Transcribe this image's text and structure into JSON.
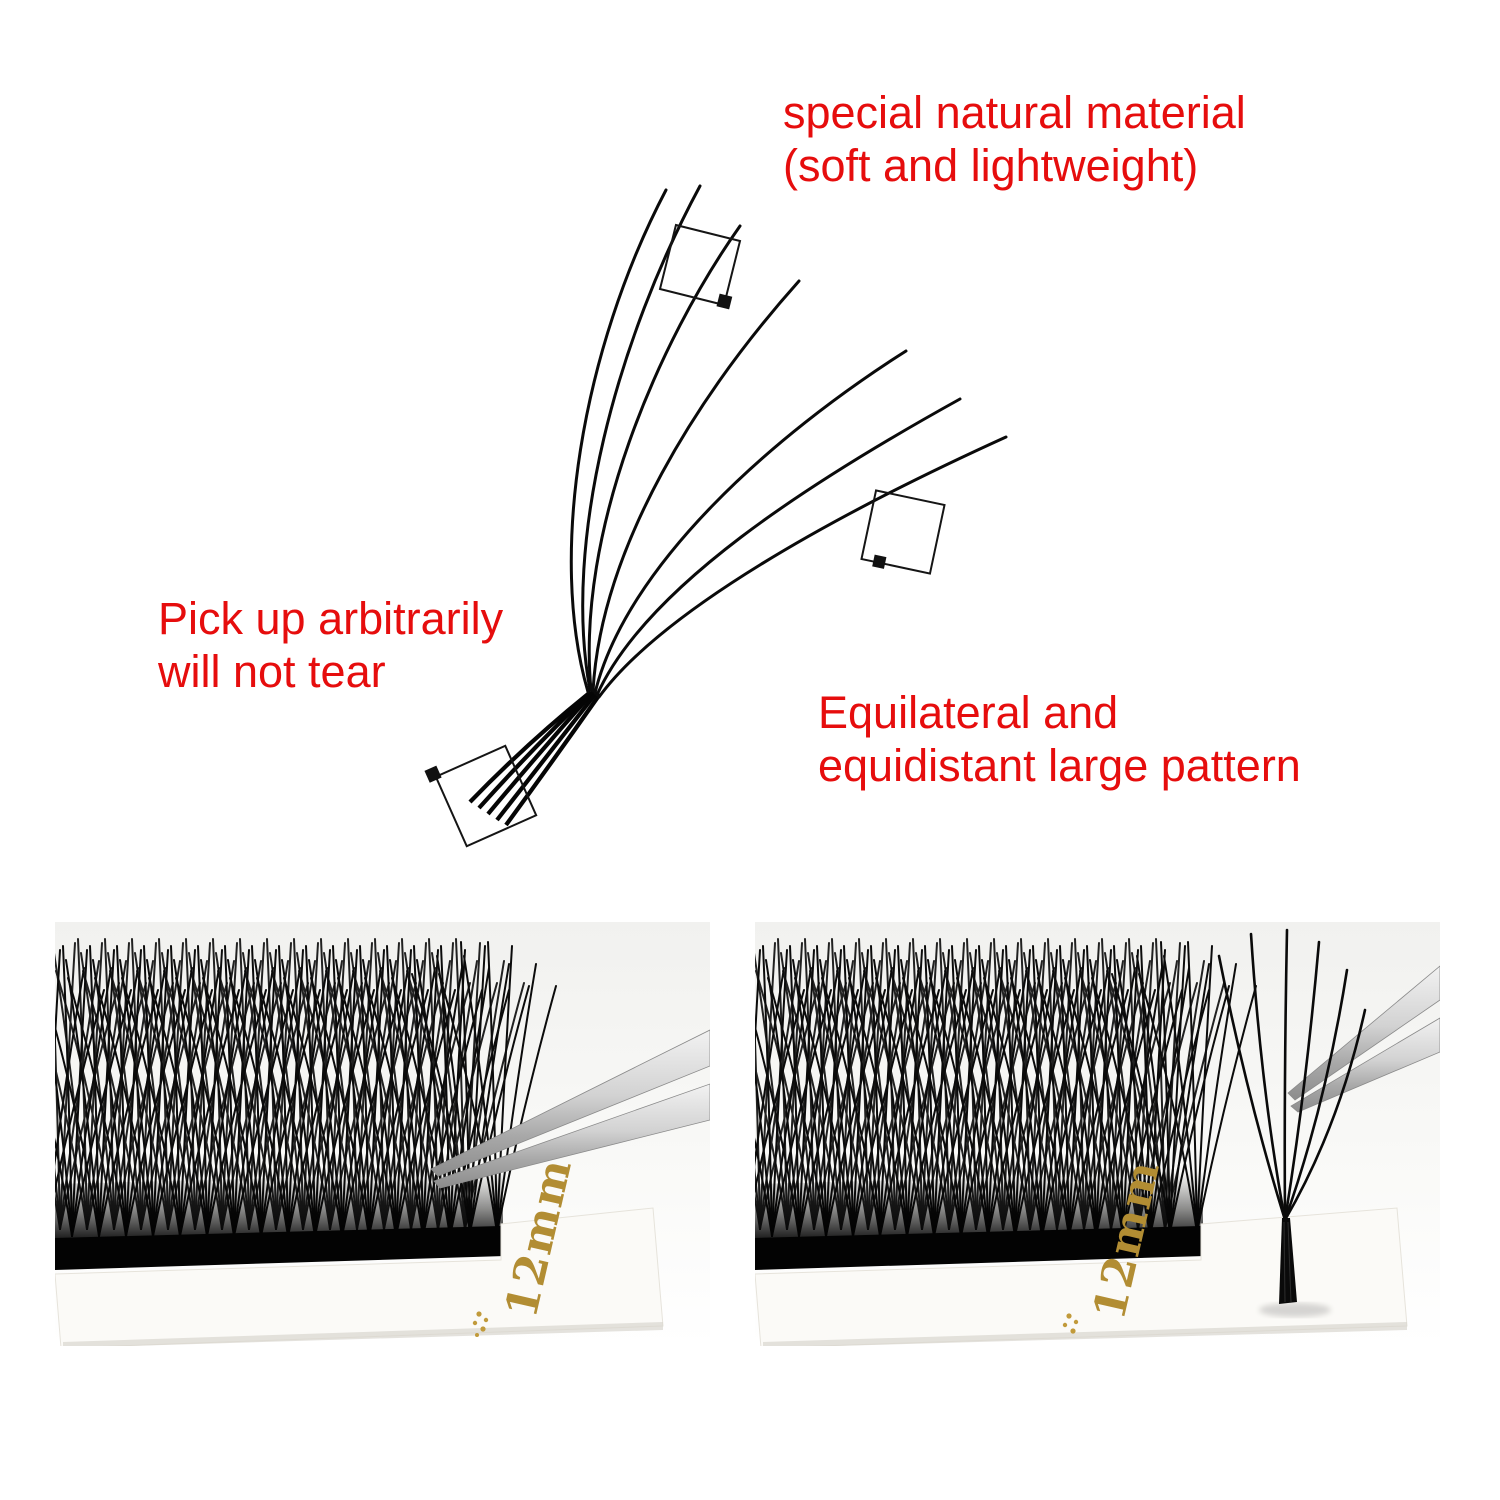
{
  "page": {
    "background_color": "#ffffff"
  },
  "annotations": {
    "accent_color": "#e60d0d",
    "material": {
      "line1": "special natural material",
      "line2": "(soft and lightweight)"
    },
    "pickup": {
      "line1": "Pick up arbitrarily",
      "line2": "will not tear"
    },
    "pattern": {
      "line1": "Equilateral and",
      "line2": "equidistant large pattern"
    }
  },
  "photos": {
    "gold_color": "#b28d33",
    "left_tray": {
      "size_label": "12mm"
    },
    "right_tray": {
      "size_label": "12mm"
    }
  }
}
